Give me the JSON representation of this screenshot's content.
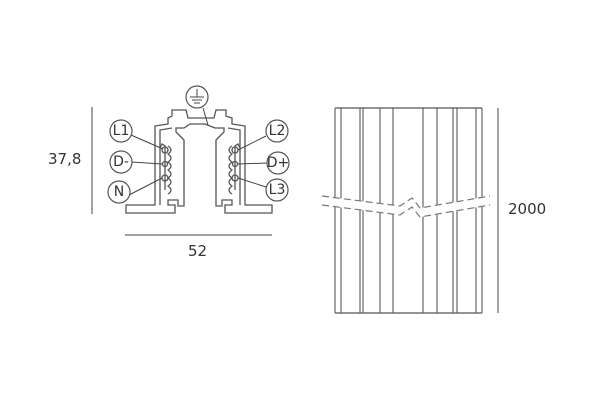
{
  "dimensions": {
    "height": "37,8",
    "width": "52",
    "length": "2000"
  },
  "conductors": {
    "earth": "⏚",
    "l1": "L1",
    "d_minus": "D-",
    "n": "N",
    "l2": "L2",
    "d_plus": "D+",
    "l3": "L3"
  },
  "colors": {
    "line": "#555555",
    "background": "#ffffff"
  }
}
